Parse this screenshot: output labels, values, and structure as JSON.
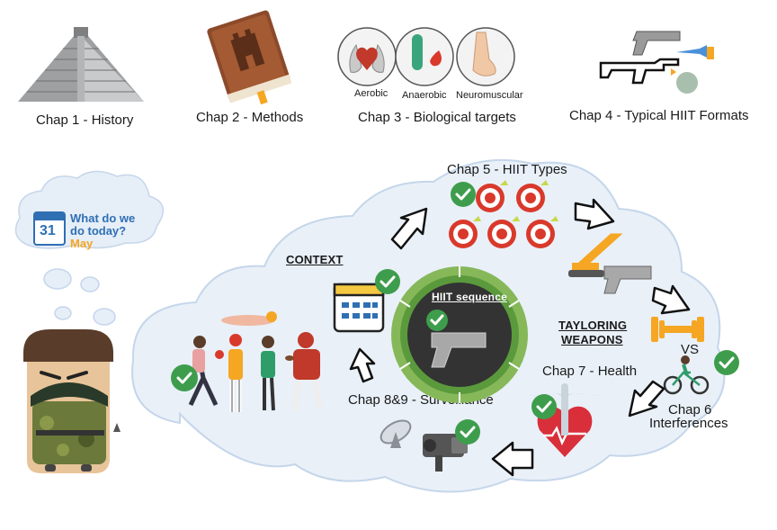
{
  "chapters_top": {
    "ch1": "Chap 1 - History",
    "ch2": "Chap 2 - Methods",
    "ch3": "Chap 3 - Biological targets",
    "ch4": "Chap 4 - Typical HIIT Formats"
  },
  "bio_targets": [
    "Aerobic",
    "Anaerobic",
    "Neuromuscular"
  ],
  "thought_bubble": {
    "calendar_day": "31",
    "line1": "What do we",
    "line2": "do today?",
    "answer": "May"
  },
  "cloud": {
    "context": "CONTEXT",
    "ch5": "Chap 5 - HIIT Types",
    "center": "HIIT sequence",
    "tayloring_1": "TAYLORING",
    "tayloring_2": "WEAPONS",
    "vs": "VS",
    "ch6_a": "Chap 6",
    "ch6_b": "Interferences",
    "ch7": "Chap 7 - Health",
    "ch89": "Chap 8&9 - Surveillance"
  },
  "colors": {
    "check_green": "#3e9d4d",
    "ring_green": "#5a9a3c",
    "ring_light": "#86b85a",
    "center_dark": "#333333",
    "cloud_fill": "#e9f0f8",
    "cloud_stroke": "#c5d6ea",
    "accent_orange": "#f5a623",
    "calendar_blue": "#2f6fb3",
    "target_red": "#d9392b",
    "heart_red": "#d92f3a"
  }
}
